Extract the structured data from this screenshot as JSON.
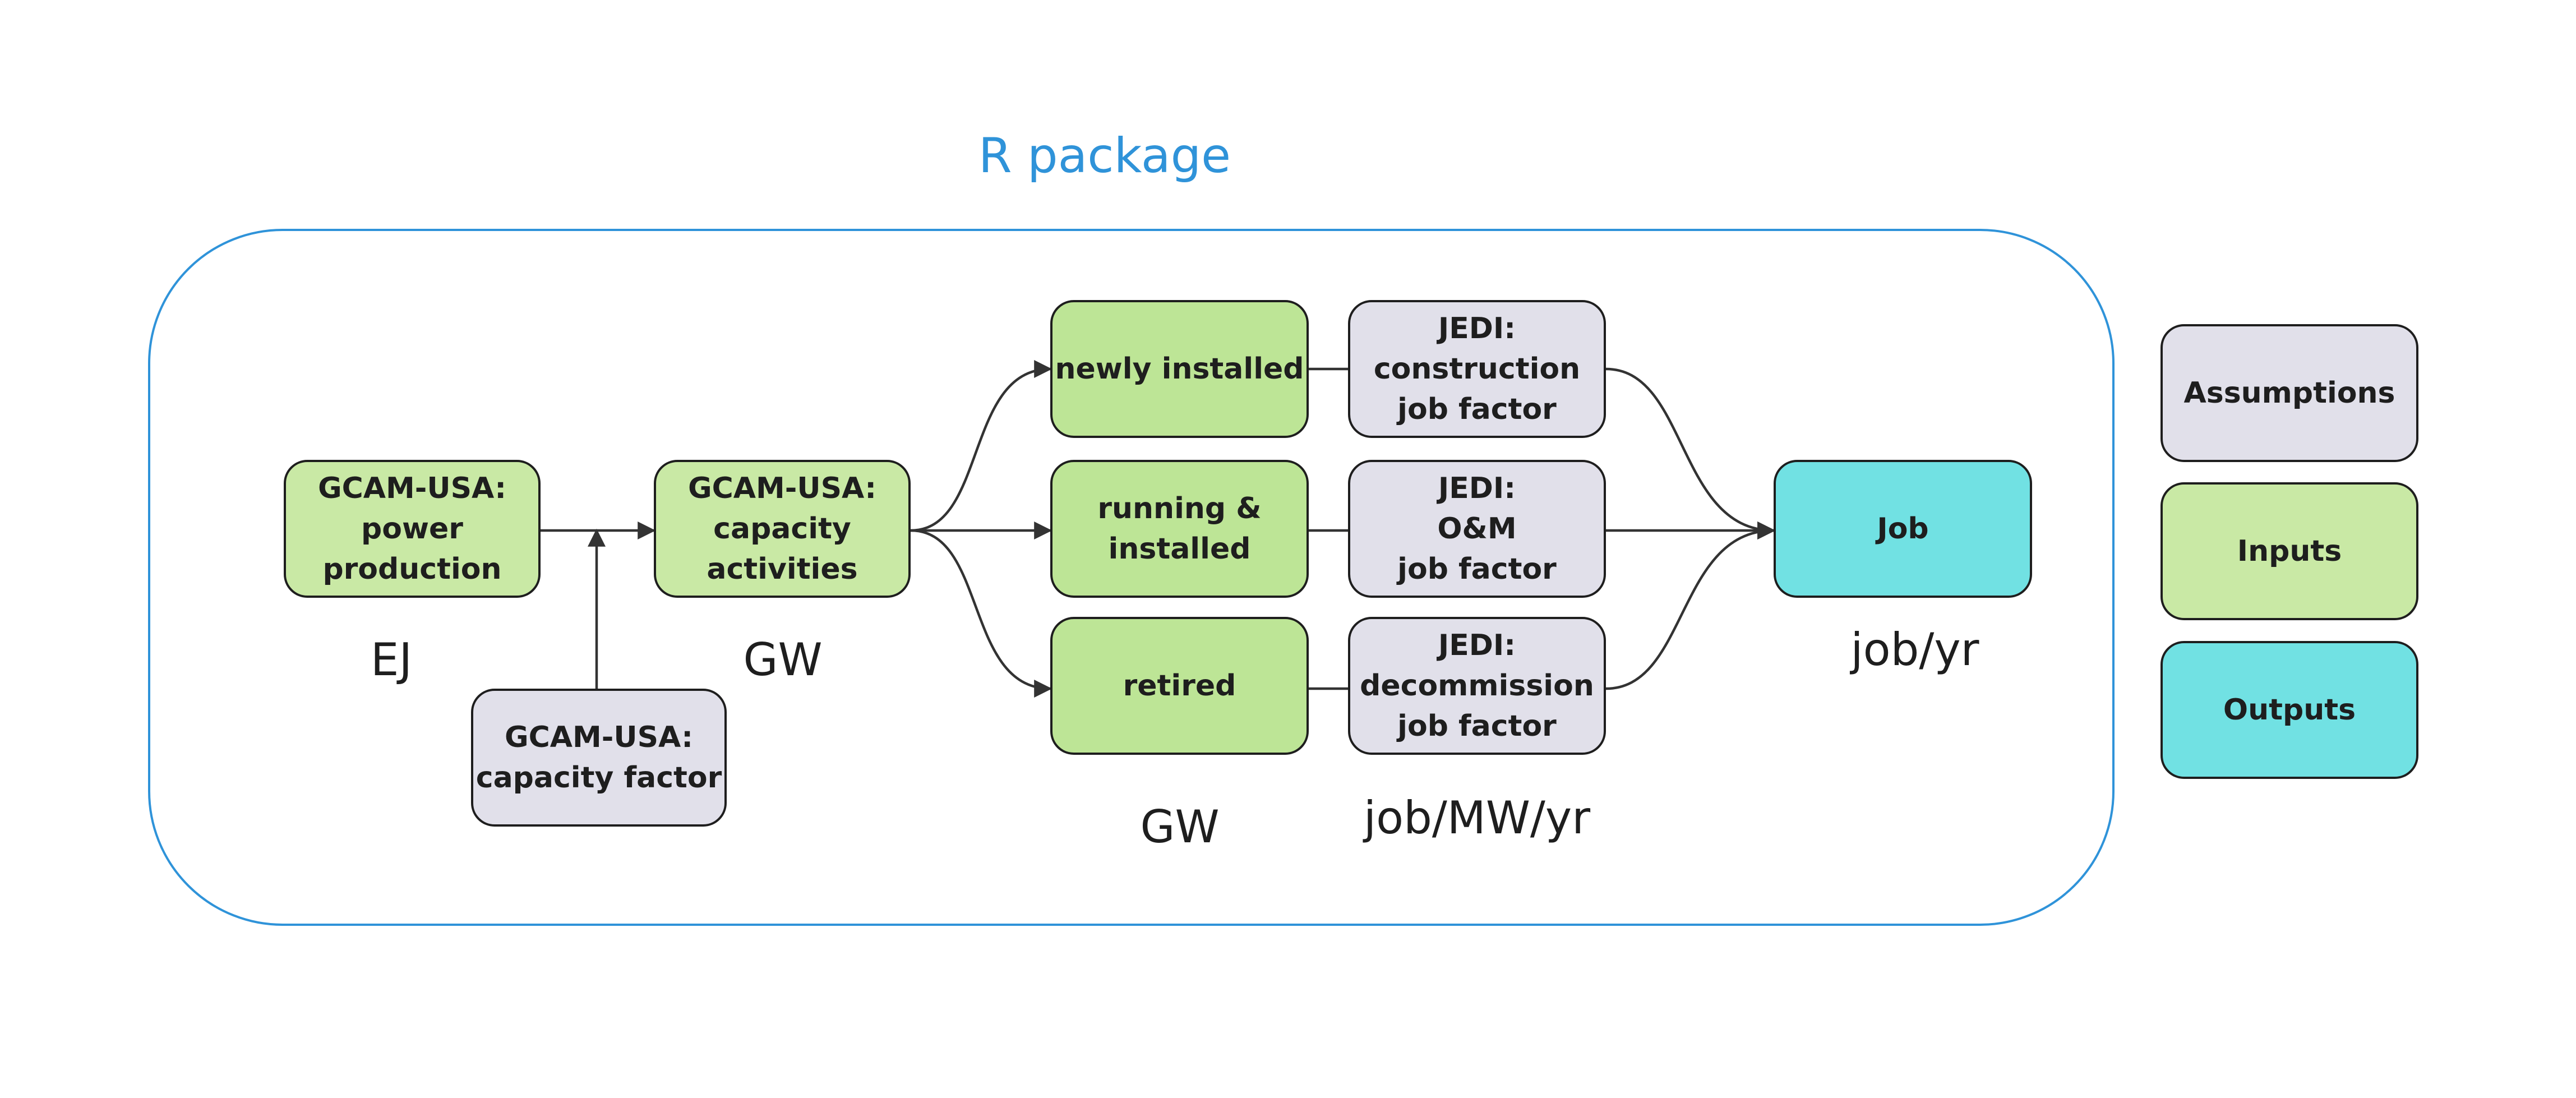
{
  "colors": {
    "assumptions": "#e1e0ea",
    "inputs_light": "#c9e9a5",
    "inputs": "#bde596",
    "outputs": "#71e1e3",
    "package_border": "#2f93d9",
    "stroke": "#1e1e1e",
    "edge": "#333333"
  },
  "package": {
    "title": "R package"
  },
  "nodes": {
    "power_production": "GCAM-USA:\npower\nproduction",
    "capacity_factor": "GCAM-USA:\ncapacity factor",
    "capacity_activities": "GCAM-USA:\ncapacity\nactivities",
    "newly_installed": "newly installed",
    "running_installed": "running &\ninstalled",
    "retired": "retired",
    "jedi_construction": "JEDI:\nconstruction\njob factor",
    "jedi_om": "JEDI:\nO&M\njob factor",
    "jedi_decommission": "JEDI:\ndecommission\njob factor",
    "job": "Job"
  },
  "units": {
    "ej": "EJ",
    "gw_capacity": "GW",
    "gw_status": "GW",
    "job_mw_yr": "job/MW/yr",
    "job_yr": "job/yr"
  },
  "legend": {
    "assumptions": "Assumptions",
    "inputs": "Inputs",
    "outputs": "Outputs"
  }
}
